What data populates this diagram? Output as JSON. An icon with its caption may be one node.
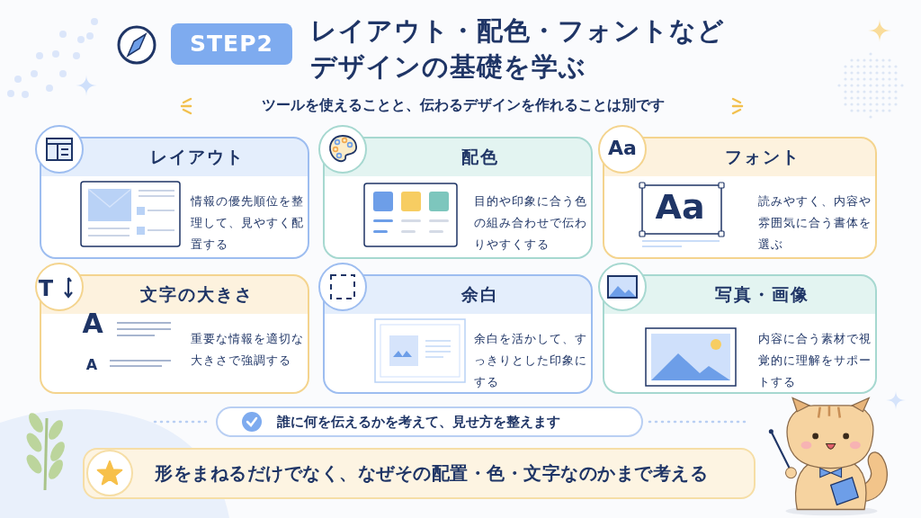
{
  "diagram": {
    "title": "レイアウト・配色・フォントなどデザインの基礎を学ぶ",
    "nodes": [
      {
        "text": [
          "STEP2"
        ]
      },
      {
        "text": [
          "レイアウト",
          "情報の優先順位を整理して、見やすく配置する"
        ]
      },
      {
        "text": [
          "配色",
          "目的や印象に合う色の組み合わせで伝わりやすくする"
        ]
      },
      {
        "text": [
          "フォント",
          "読みやすく、内容や雰囲気に合う書体を選ぶ"
        ]
      },
      {
        "text": [
          "文字の大きさ",
          "重要な情報を適切な大きさで強調する"
        ]
      },
      {
        "text": [
          "余白",
          "余白を活かして、すっきりとした印象にする"
        ]
      },
      {
        "text": [
          "写真・画像",
          "内容に合う素材で視覚的に理解をサポートする"
        ]
      },
      {
        "text": [
          "**誰に何を伝えるか**を考えて、見せ方を整えます"
        ]
      },
      {
        "text": [
          "形をまねるだけでなく、**なぜその配置・色・文字なのか**まで考える"
        ]
      }
    ],
    "labels": [
      "ツールを使えることと、伝わるデザインを作れることは別です",
      "Aa",
      "Aa",
      "T",
      "A",
      "A"
    ]
  }
}
